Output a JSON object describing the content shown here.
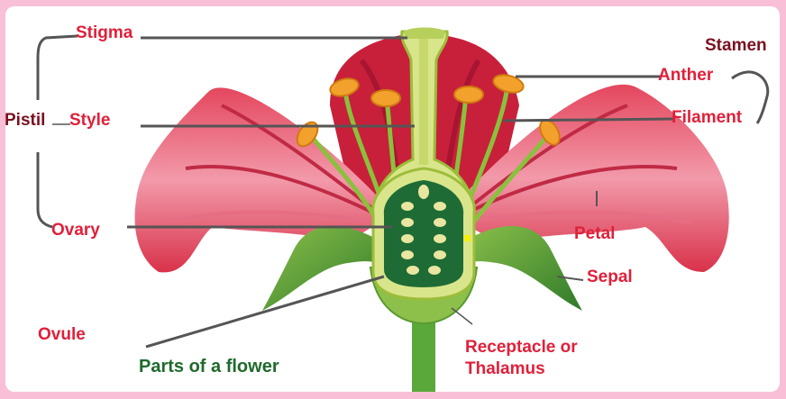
{
  "labels": {
    "stigma": "Stigma",
    "pistil": "Pistil",
    "style": "Style",
    "ovary": "Ovary",
    "ovule": "Ovule",
    "stamen": "Stamen",
    "anther": "Anther",
    "filament": "Filament",
    "petal": "Petal",
    "sepal": "Sepal",
    "receptacle_line1": "Receptacle or",
    "receptacle_line2": "Thalamus"
  },
  "caption": "Parts of a flower",
  "colors": {
    "background": "#f9bfd6",
    "card": "#ffffff",
    "label_red": "#e0203a",
    "label_dark": "#7a1020",
    "caption_green": "#1f6a2c",
    "petal_red": "#d8324a",
    "petal_pink": "#f29aaa",
    "ovary_dark_green": "#1e6b35",
    "pistil_yellow_green": "#d9e58a",
    "anther_orange": "#f2a22c",
    "leader_line": "#555555"
  }
}
